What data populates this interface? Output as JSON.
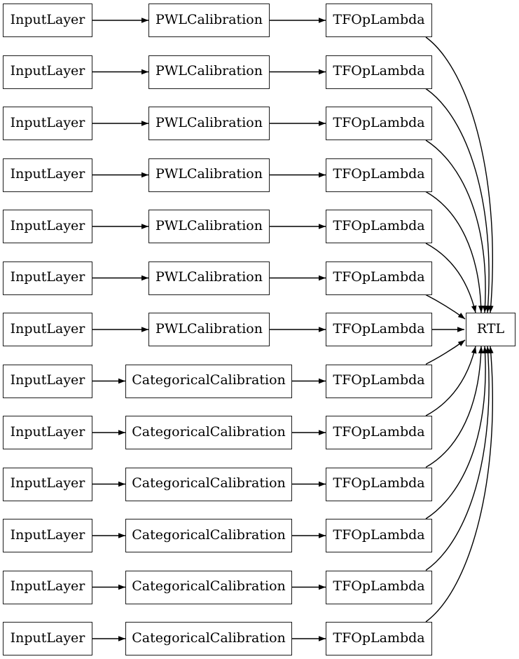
{
  "diagram": {
    "colors": {
      "background": "#ffffff",
      "node_fill": "#ffffff",
      "node_border": "#1c1c1c",
      "edge": "#000000",
      "text": "#000000"
    },
    "output_node": {
      "label": "RTL"
    },
    "rows": [
      {
        "kind": "pwl",
        "input": "InputLayer",
        "calibration": "PWLCalibration",
        "output": "TFOpLambda"
      },
      {
        "kind": "pwl",
        "input": "InputLayer",
        "calibration": "PWLCalibration",
        "output": "TFOpLambda"
      },
      {
        "kind": "pwl",
        "input": "InputLayer",
        "calibration": "PWLCalibration",
        "output": "TFOpLambda"
      },
      {
        "kind": "pwl",
        "input": "InputLayer",
        "calibration": "PWLCalibration",
        "output": "TFOpLambda"
      },
      {
        "kind": "pwl",
        "input": "InputLayer",
        "calibration": "PWLCalibration",
        "output": "TFOpLambda"
      },
      {
        "kind": "pwl",
        "input": "InputLayer",
        "calibration": "PWLCalibration",
        "output": "TFOpLambda"
      },
      {
        "kind": "pwl",
        "input": "InputLayer",
        "calibration": "PWLCalibration",
        "output": "TFOpLambda"
      },
      {
        "kind": "categorical",
        "input": "InputLayer",
        "calibration": "CategoricalCalibration",
        "output": "TFOpLambda"
      },
      {
        "kind": "categorical",
        "input": "InputLayer",
        "calibration": "CategoricalCalibration",
        "output": "TFOpLambda"
      },
      {
        "kind": "categorical",
        "input": "InputLayer",
        "calibration": "CategoricalCalibration",
        "output": "TFOpLambda"
      },
      {
        "kind": "categorical",
        "input": "InputLayer",
        "calibration": "CategoricalCalibration",
        "output": "TFOpLambda"
      },
      {
        "kind": "categorical",
        "input": "InputLayer",
        "calibration": "CategoricalCalibration",
        "output": "TFOpLambda"
      },
      {
        "kind": "categorical",
        "input": "InputLayer",
        "calibration": "CategoricalCalibration",
        "output": "TFOpLambda"
      }
    ]
  }
}
